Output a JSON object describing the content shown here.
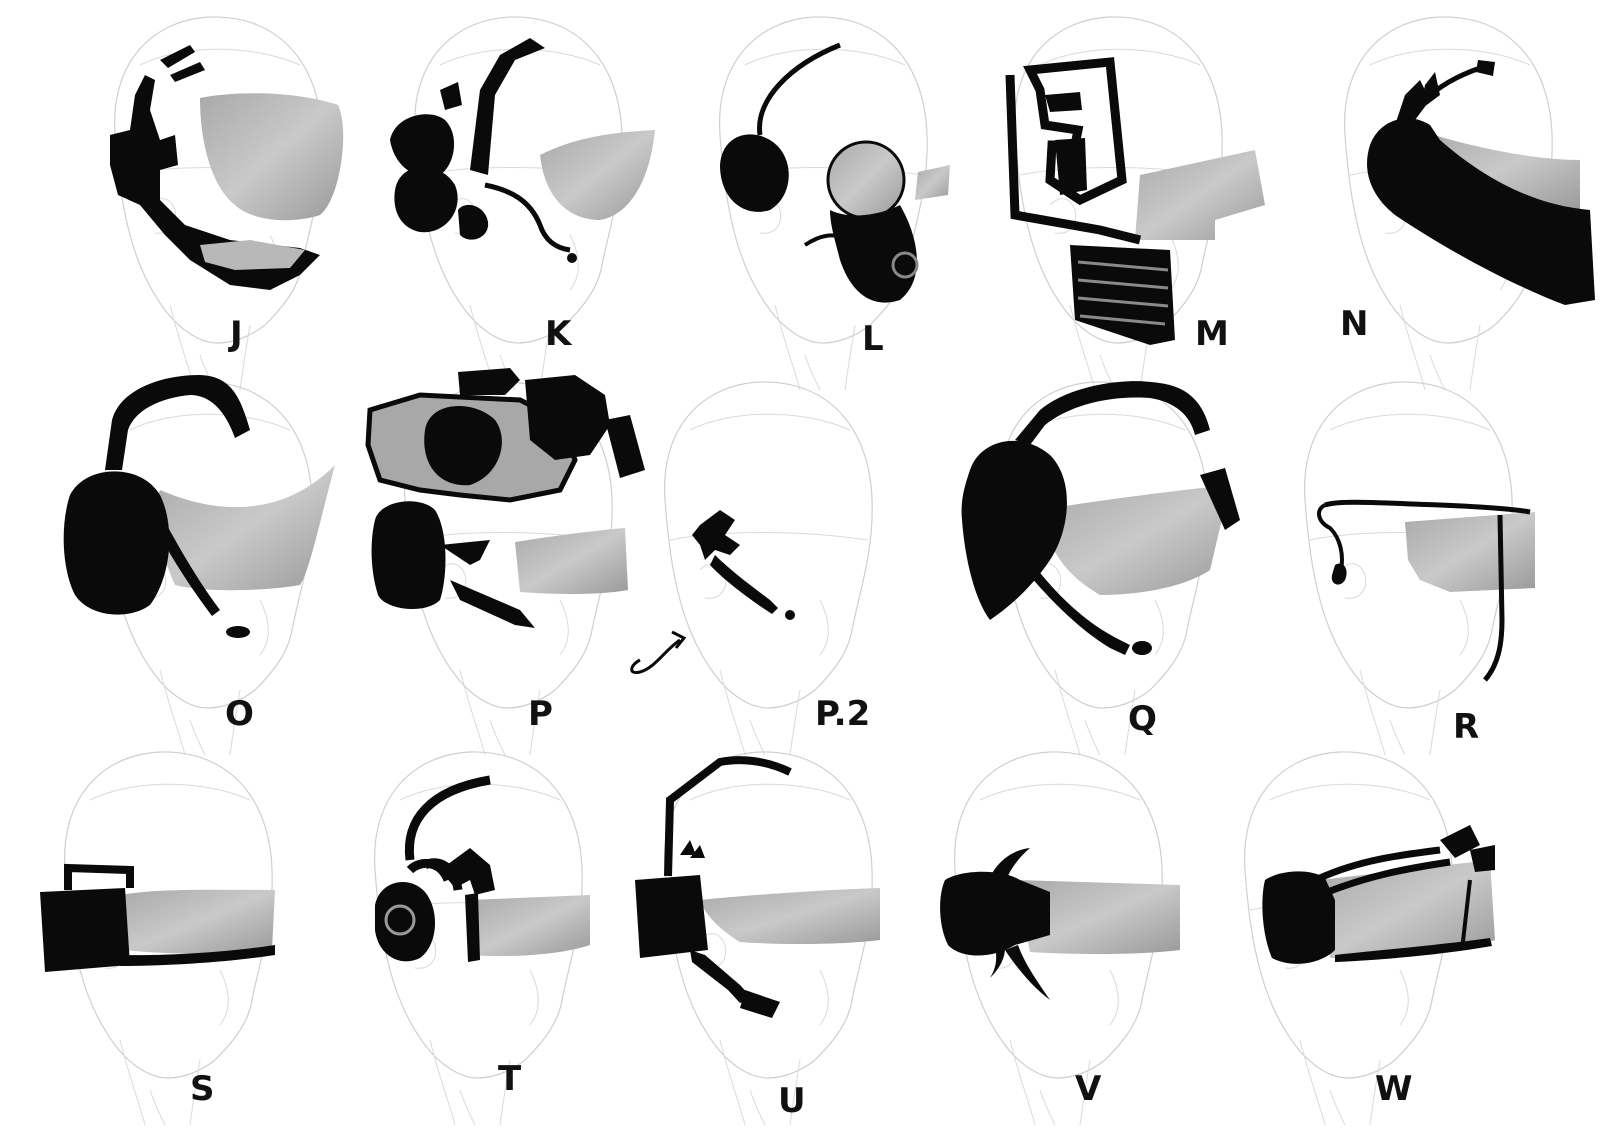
{
  "sheet": {
    "background": "#ffffff",
    "ink_color": "#0a0a0a",
    "visor_color": "#b8b8b8",
    "sketch_color": "#cfcfcf"
  },
  "concepts": [
    {
      "id": "J",
      "label": "J",
      "style": "tall-frame-headset-goggles"
    },
    {
      "id": "K",
      "label": "K",
      "style": "twin-ear-pods-boom-mic"
    },
    {
      "id": "L",
      "label": "L",
      "style": "round-ear-cup-face-mask"
    },
    {
      "id": "M",
      "label": "M",
      "style": "box-frame-visor-ribbed-collar"
    },
    {
      "id": "N",
      "label": "N",
      "style": "full-face-wrap-mask"
    },
    {
      "id": "O",
      "label": "O",
      "style": "over-head-ear-cup-visor"
    },
    {
      "id": "P",
      "label": "P",
      "style": "armored-pods-visor"
    },
    {
      "id": "P.2",
      "label": "P.2",
      "style": "ear-clip-boom-mic"
    },
    {
      "id": "Q",
      "label": "Q",
      "style": "headband-shell-visor"
    },
    {
      "id": "R",
      "label": "R",
      "style": "wire-earpiece-eye-patch"
    },
    {
      "id": "S",
      "label": "S",
      "style": "box-ear-band-visor"
    },
    {
      "id": "T",
      "label": "T",
      "style": "coil-ear-arm-visor"
    },
    {
      "id": "U",
      "label": "U",
      "style": "tall-antenna-boom-mic"
    },
    {
      "id": "V",
      "label": "V",
      "style": "horned-ear-band-visor"
    },
    {
      "id": "W",
      "label": "W",
      "style": "ear-cup-strap-goggles"
    }
  ]
}
